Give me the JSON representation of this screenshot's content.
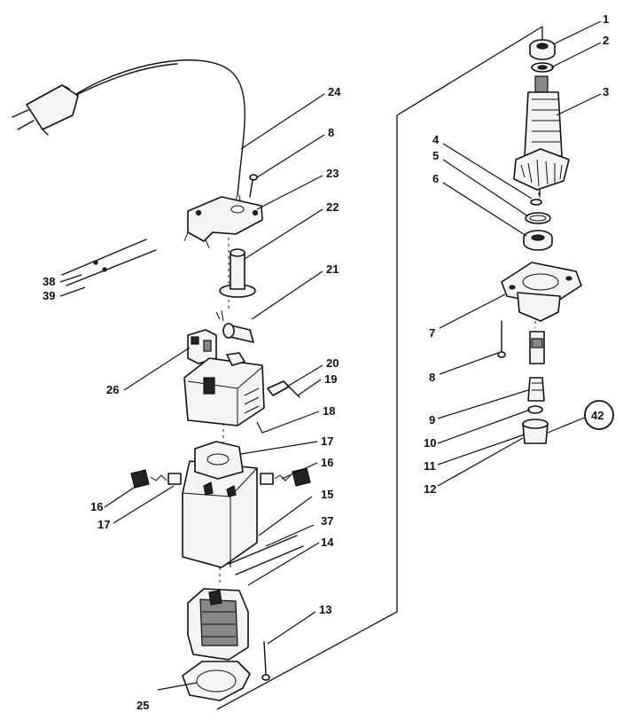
{
  "labels": {
    "l1": "1",
    "l2": "2",
    "l3": "3",
    "l4": "4",
    "l5": "5",
    "l6": "6",
    "l7": "7",
    "l8a": "8",
    "l8b": "8",
    "l9": "9",
    "l10": "10",
    "l11": "11",
    "l12": "12",
    "l13": "13",
    "l14": "14",
    "l15": "15",
    "l16a": "16",
    "l16b": "16",
    "l17a": "17",
    "l17b": "17",
    "l18": "18",
    "l19": "19",
    "l20": "20",
    "l21": "21",
    "l22": "22",
    "l23": "23",
    "l24": "24",
    "l25": "25",
    "l26": "26",
    "l37": "37",
    "l38": "38",
    "l39": "39",
    "l42": "42"
  },
  "colors": {
    "line": "#111111",
    "fill": "#f4f4f4",
    "background": "#ffffff"
  }
}
